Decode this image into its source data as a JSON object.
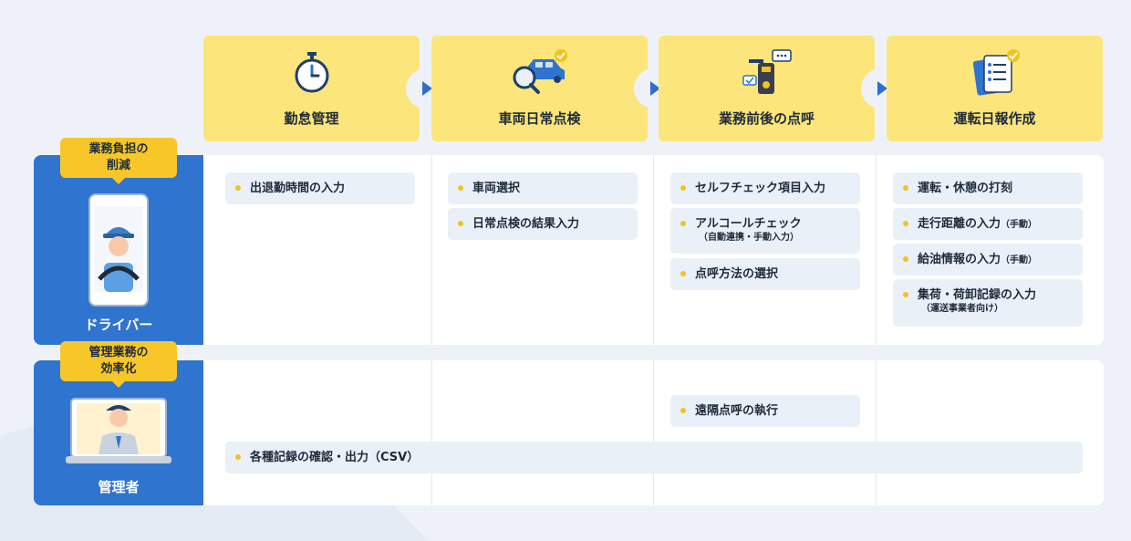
{
  "steps": [
    {
      "label": "勤怠管理",
      "icon": "stopwatch-icon"
    },
    {
      "label": "車両日常点検",
      "icon": "car-inspection-icon"
    },
    {
      "label": "業務前後の点呼",
      "icon": "alcohol-checker-icon"
    },
    {
      "label": "運転日報作成",
      "icon": "daily-report-icon"
    }
  ],
  "driver": {
    "badge_line1": "業務負担の",
    "badge_line2": "削減",
    "name": "ドライバー",
    "items": {
      "attendance": [
        "出退勤時間の入力"
      ],
      "inspection": [
        "車両選択",
        "日常点検の結果入力"
      ],
      "rollcall": {
        "self_check": "セルフチェック項目入力",
        "alcohol": "アルコールチェック",
        "alcohol_note": "（自動連携・手動入力）",
        "method": "点呼方法の選択"
      },
      "report": {
        "rest": "運転・休憩の打刻",
        "distance": "走行距離の入力",
        "distance_sub": "（手動）",
        "fuel": "給油情報の入力",
        "fuel_sub": "（手動）",
        "cargo": "集荷・荷卸記録の入力",
        "cargo_note": "（運送事業者向け）"
      }
    }
  },
  "manager": {
    "badge_line1": "管理業務の",
    "badge_line2": "効率化",
    "name": "管理者",
    "items": {
      "remote": "遠隔点呼の執行",
      "records": "各種記録の確認・出力（CSV）"
    }
  },
  "colors": {
    "accent_blue": "#2f74cf",
    "step_yellow": "#fce57a",
    "bullet": "#f3c21e"
  }
}
